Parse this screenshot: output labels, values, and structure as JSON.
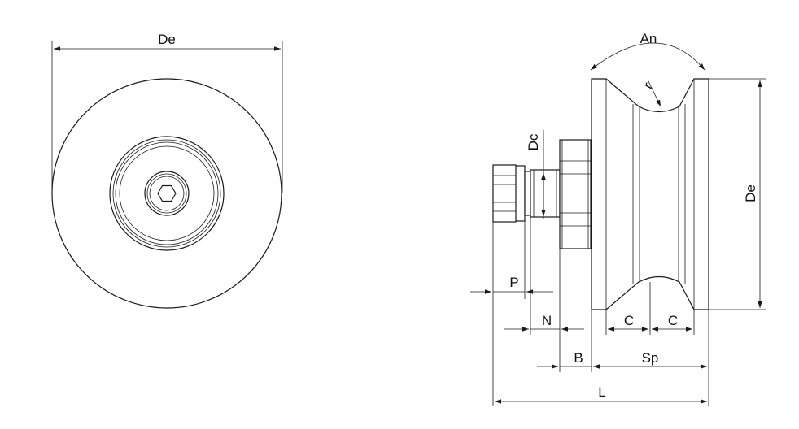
{
  "labels": {
    "front_de": "De",
    "an": "An",
    "r": "r",
    "dc": "Dc",
    "side_de": "De",
    "p": "P",
    "n": "N",
    "c_left": "C",
    "c_right": "C",
    "b": "B",
    "sp": "Sp",
    "l": "L"
  },
  "colors": {
    "line": "#1a1a1a",
    "background": "#ffffff"
  }
}
